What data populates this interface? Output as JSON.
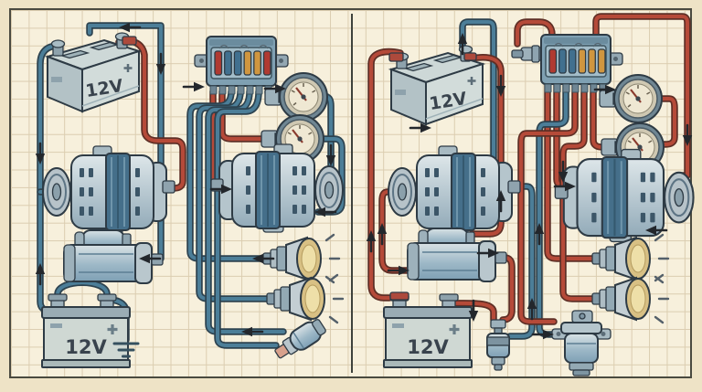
{
  "figure": {
    "type": "illustration",
    "description": "Two-panel hand-drawn automotive electrical wiring diagram on beige graph paper, red positive and blue negative wires with black flow arrows"
  },
  "panels": {
    "left": {
      "battery_top": {
        "label": "12V"
      },
      "battery_bottom": {
        "label": "12V"
      },
      "fuse_colors": [
        "#b03a31",
        "#41708f",
        "#41708f",
        "#d0963f",
        "#d0963f",
        "#b03a31"
      ],
      "components": [
        "battery-12v-perspective",
        "fuse-box",
        "gauge",
        "gauge",
        "alternator-with-pulley",
        "alternator-with-pulley",
        "starter-motor",
        "battery-12v-front",
        "ground-symbol",
        "headlight-bulb",
        "headlight-bulb",
        "socket-bulb"
      ]
    },
    "right": {
      "battery_top": {
        "label": "12V"
      },
      "battery_bottom": {
        "label": "12V"
      },
      "fuse_colors": [
        "#b03a31",
        "#41708f",
        "#41708f",
        "#d0963f",
        "#d0963f",
        "#d0963f"
      ],
      "components": [
        "battery-12v-perspective",
        "fuse-box-with-connector",
        "gauge",
        "gauge",
        "alternator-with-pulley",
        "alternator-with-pulley",
        "starter-motor",
        "battery-12v-front",
        "inline-sensor",
        "relay",
        "headlight-bulb",
        "headlight-bulb"
      ]
    }
  },
  "colors": {
    "background": "#eee3c6",
    "paper": "#f7f0dc",
    "grid": "#dbcdb0",
    "frame": "#4a4a40",
    "wire_red": "#b54a39",
    "wire_blue": "#4c7e98",
    "wire_outline_red": "#5f2f26",
    "wire_outline_blue": "#2d4350",
    "component_outline": "#2e3b45",
    "arrow": "#23272c",
    "label_ink": "#39434d",
    "bulb_lens": "#eedfa8"
  }
}
